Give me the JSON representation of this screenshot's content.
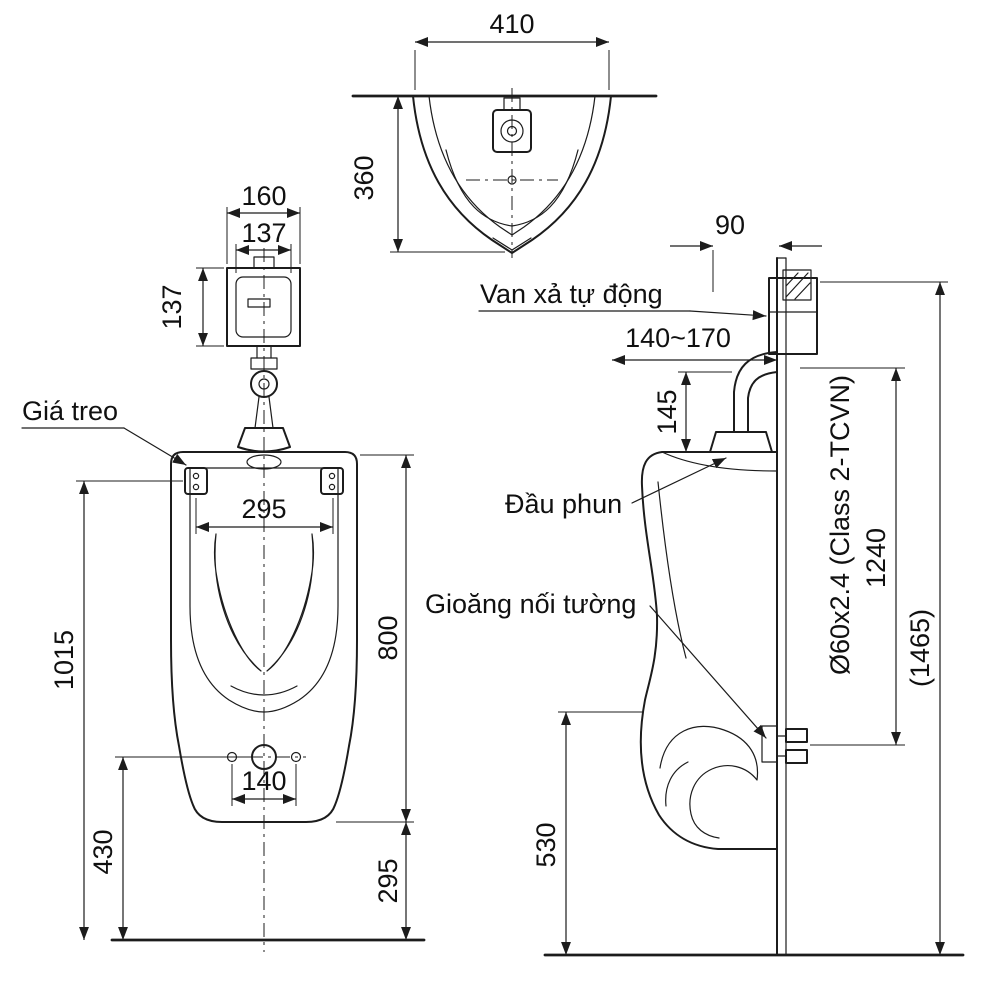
{
  "drawing": {
    "labels": {
      "gia_treo": "Giá treo",
      "van_xa_tu_dong": "Van xả tự động",
      "dau_phun": "Đầu phun",
      "gioang_noi_tuong": "Gioăng nối tường",
      "pipe_spec": "Ø60x2.4 (Class 2-TCVN)"
    },
    "top_view": {
      "width": "410",
      "depth": "360"
    },
    "front_view": {
      "valve_outer_width": "160",
      "valve_inner_width": "137",
      "valve_height": "137",
      "rim_width": "295",
      "body_height": "800",
      "mount_height": "1015",
      "drain_height": "430",
      "drain_spacing": "140",
      "base_height": "295"
    },
    "side_view": {
      "valve_offset": "90",
      "inlet_range": "140~170",
      "spray_drop": "145",
      "inlet_height": "1240",
      "overall_height": "(1465)",
      "outlet_height": "530"
    }
  }
}
